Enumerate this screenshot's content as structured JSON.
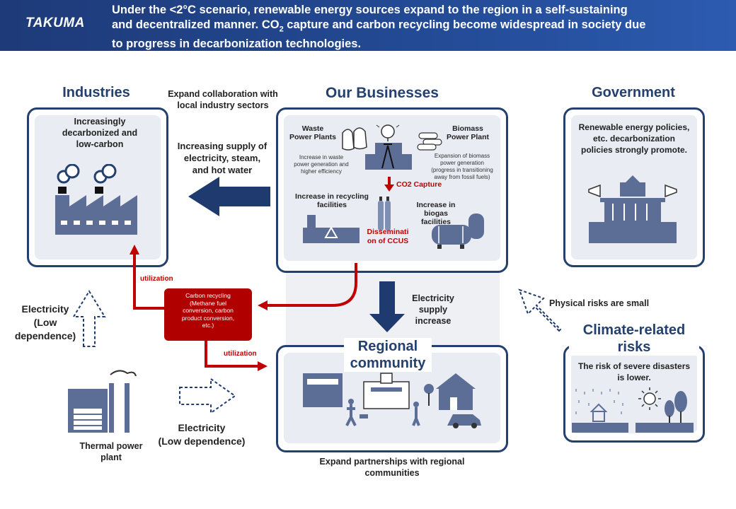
{
  "header": {
    "logo": "TAKUMA",
    "line1": "Under the <2°C scenario, renewable energy sources expand to the region in a self-sustaining",
    "line2_a": "and decentralized manner. CO",
    "line2_sub": "2",
    "line2_b": " capture and carbon recycling become widespread in society due",
    "line3": "to progress in decarbonization technologies."
  },
  "industries": {
    "title": "Industries",
    "text": [
      "Increasingly",
      "decarbonized and",
      "low-carbon"
    ]
  },
  "top_labels": {
    "expand_collab": [
      "Expand collaboration with",
      "local industry sectors"
    ],
    "supply": [
      "Increasing supply of",
      "electricity, steam,",
      "and hot water"
    ]
  },
  "businesses": {
    "title": "Our Businesses",
    "waste": [
      "Waste",
      "Power Plants"
    ],
    "waste_desc": [
      "Increase in waste",
      "power generation and",
      "higher efficiency"
    ],
    "biomass": [
      "Biomass",
      "Power Plant"
    ],
    "biomass_desc": [
      "Expansion of biomass",
      "power generation",
      "(progress in transitioning",
      "away from fossil fuels)"
    ],
    "co2_capture": "CO2 Capture",
    "recycling": [
      "Increase in recycling",
      "facilities"
    ],
    "biogas": [
      "Increase in",
      "biogas",
      "facilities"
    ],
    "ccus": [
      "Disseminati",
      "on of CCUS"
    ]
  },
  "government": {
    "title": "Government",
    "text": [
      "Renewable energy policies,",
      "etc. decarbonization",
      "policies strongly promote."
    ]
  },
  "middle": {
    "utilization_top": "utilization",
    "utilization_bottom": "utilization",
    "carbon_recycling": [
      "Carbon recycling",
      "(Methane fuel",
      "conversion, carbon",
      "product conversion,",
      "etc.)"
    ],
    "electricity_supply": [
      "Electricity",
      "supply",
      "increase"
    ],
    "physical_risks": "Physical risks are small",
    "electricity_left": [
      "Electricity",
      "(Low",
      "dependence)"
    ],
    "electricity_bottom": [
      "Electricity",
      "(Low dependence)"
    ]
  },
  "thermal": {
    "label": [
      "Thermal power",
      "plant"
    ]
  },
  "regional": {
    "title": [
      "Regional",
      "community"
    ],
    "footer": [
      "Expand partnerships with regional",
      "communities"
    ]
  },
  "climate": {
    "title": [
      "Climate-related",
      "risks"
    ],
    "text": [
      "The risk of severe disasters",
      "is lower."
    ]
  },
  "colors": {
    "navy": "#24406e",
    "header": "#1e3a78",
    "red": "#c00000",
    "panel": "#e9ecf2"
  }
}
